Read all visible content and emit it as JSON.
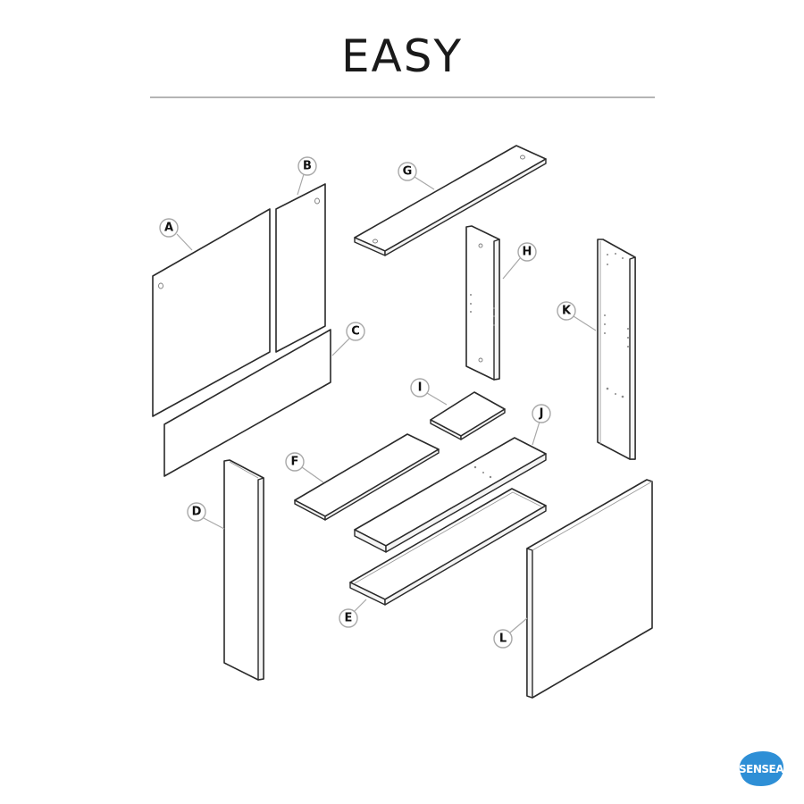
{
  "header": {
    "title": "EASY"
  },
  "parts": [
    {
      "id": "A",
      "label": "A",
      "description": "large back panel"
    },
    {
      "id": "B",
      "label": "B",
      "description": "narrow back panel"
    },
    {
      "id": "C",
      "label": "C",
      "description": "lower back strip"
    },
    {
      "id": "D",
      "label": "D",
      "description": "vertical side board"
    },
    {
      "id": "E",
      "label": "E",
      "description": "bottom shelf board"
    },
    {
      "id": "F",
      "label": "F",
      "description": "short shelf"
    },
    {
      "id": "G",
      "label": "G",
      "description": "top board"
    },
    {
      "id": "H",
      "label": "H",
      "description": "middle divider"
    },
    {
      "id": "I",
      "label": "I",
      "description": "small shelf"
    },
    {
      "id": "J",
      "label": "J",
      "description": "long shelf with dowel holes"
    },
    {
      "id": "K",
      "label": "K",
      "description": "tall side panel"
    },
    {
      "id": "L",
      "label": "L",
      "description": "large side panel"
    }
  ],
  "brand": {
    "logo_text": "SENSEA",
    "color": "#2e8fd6"
  },
  "colors": {
    "line": "#2a2a2a",
    "leader": "#a8a8a8",
    "rule": "#b5b5b5"
  }
}
